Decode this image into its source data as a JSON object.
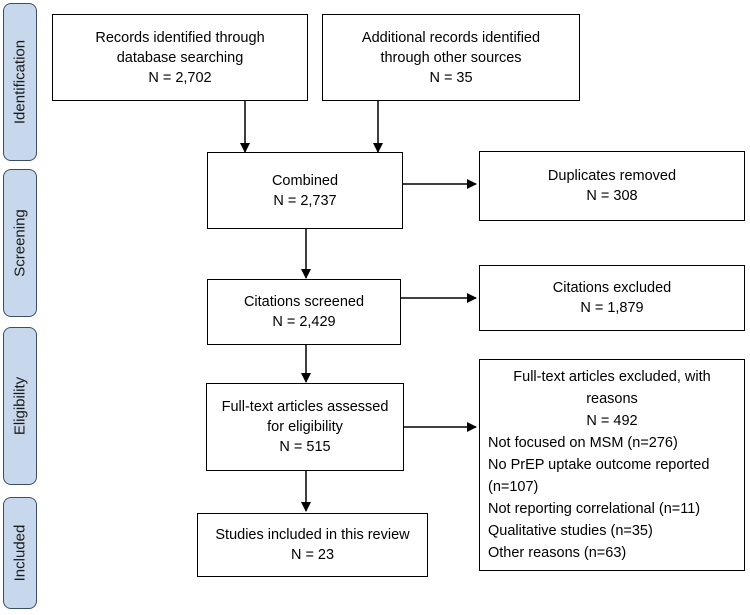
{
  "phases": [
    {
      "label": "Identification"
    },
    {
      "label": "Screening"
    },
    {
      "label": "Eligibility"
    },
    {
      "label": "Included"
    }
  ],
  "boxes": {
    "database": {
      "line1": "Records identified through",
      "line2": "database searching",
      "count": "N = 2,702"
    },
    "other": {
      "line1": "Additional records identified",
      "line2": "through other sources",
      "count": "N = 35"
    },
    "combined": {
      "line1": "Combined",
      "count": "N = 2,737"
    },
    "duplicates": {
      "line1": "Duplicates removed",
      "count": "N = 308"
    },
    "screened": {
      "line1": "Citations screened",
      "count": "N = 2,429"
    },
    "excluded": {
      "line1": "Citations excluded",
      "count": "N = 1,879"
    },
    "fulltext": {
      "line1": "Full-text articles assessed",
      "line2": "for eligibility",
      "count": "N = 515"
    },
    "included": {
      "line1": "Studies included in this review",
      "count": "N = 23"
    },
    "fulltext_excluded": {
      "line1": "Full-text articles excluded, with",
      "line2": "reasons",
      "count": "N = 492",
      "reasons": [
        "Not focused on MSM (n=276)",
        "No PrEP uptake outcome reported",
        "(n=107)",
        "Not reporting correlational (n=11)",
        "Qualitative studies (n=35)",
        "Other reasons (n=63)"
      ]
    }
  }
}
